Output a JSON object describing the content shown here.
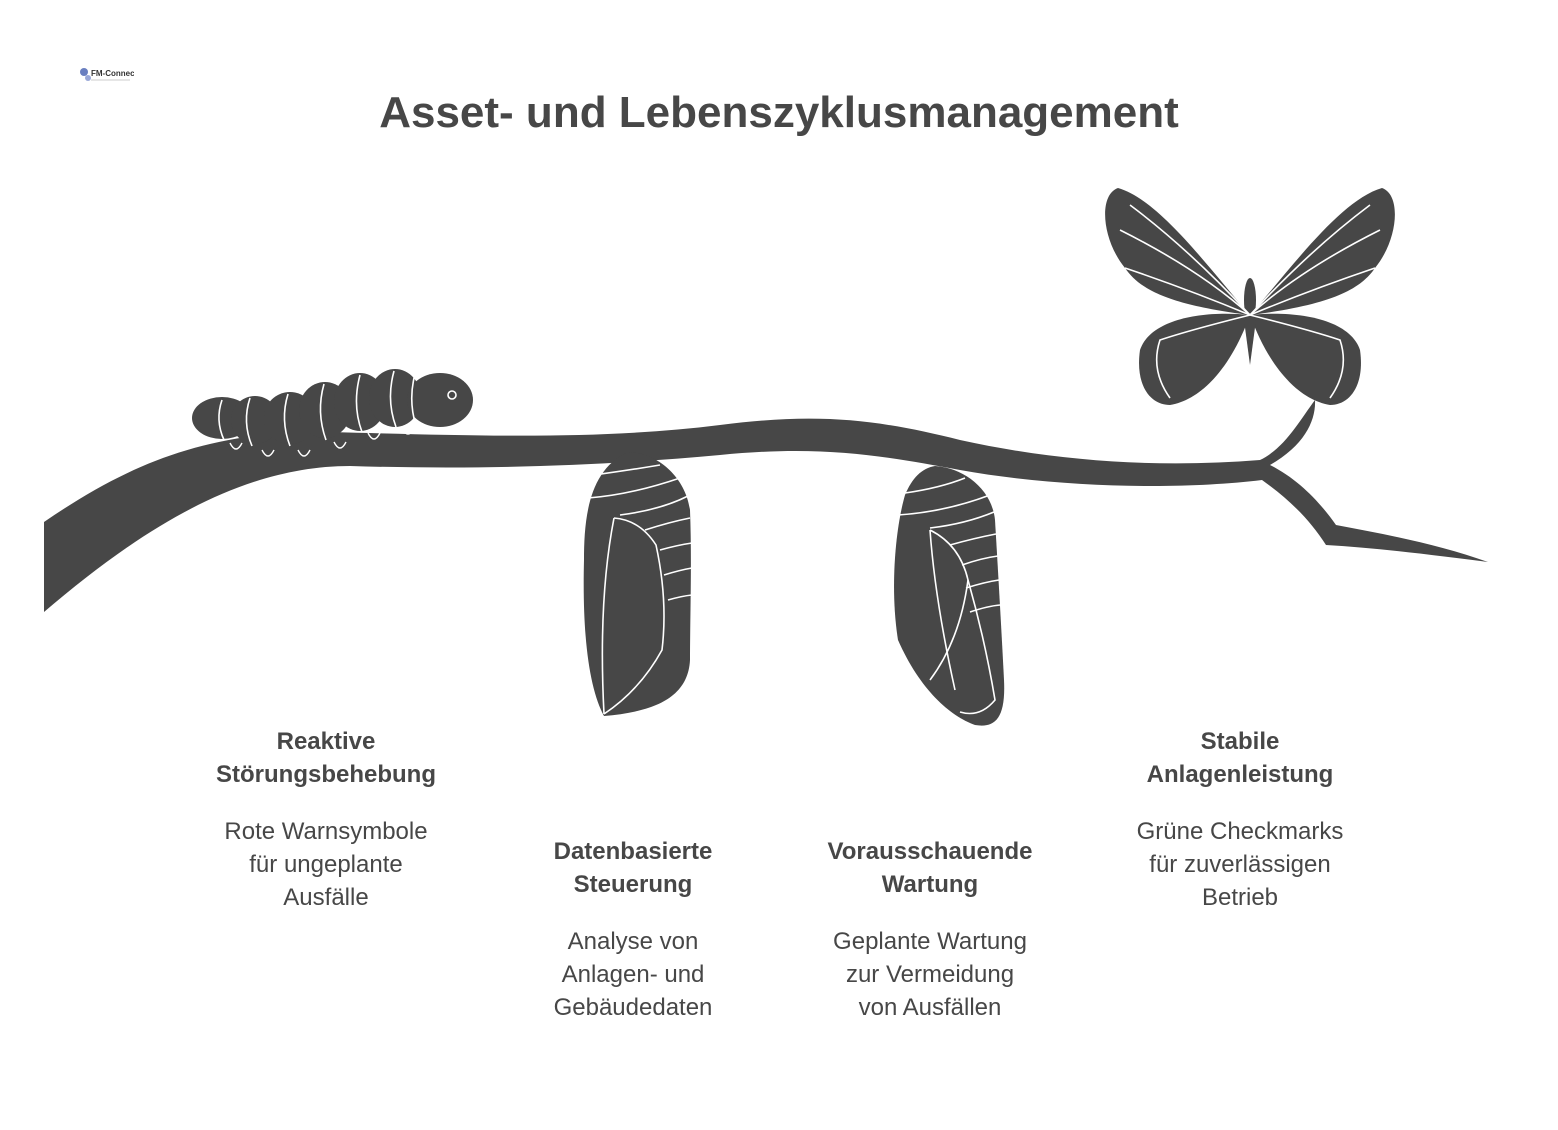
{
  "logo": {
    "text": "FM-Connect.com"
  },
  "title": "Asset- und Lebenszyklusmanagement",
  "stages": [
    {
      "heading": "Reaktive\nStörungsbehebung",
      "description": "Rote Warnsymbole\nfür ungeplante\nAusfälle",
      "icon": "caterpillar-icon"
    },
    {
      "heading": "Datenbasierte\nSteuerung",
      "description": "Analyse von\nAnlagen- und\nGebäudedaten",
      "icon": "chrysalis-icon"
    },
    {
      "heading": "Vorausschauende\nWartung",
      "description": "Geplante Wartung\nzur Vermeidung\nvon Ausfällen",
      "icon": "chrysalis-icon"
    },
    {
      "heading": "Stabile\nAnlagenleistung",
      "description": "Grüne Checkmarks\nfür zuverlässigen\nBetrieb",
      "icon": "butterfly-icon"
    }
  ],
  "colors": {
    "silhouette": "#474747",
    "text": "#474747",
    "background": "#ffffff"
  }
}
